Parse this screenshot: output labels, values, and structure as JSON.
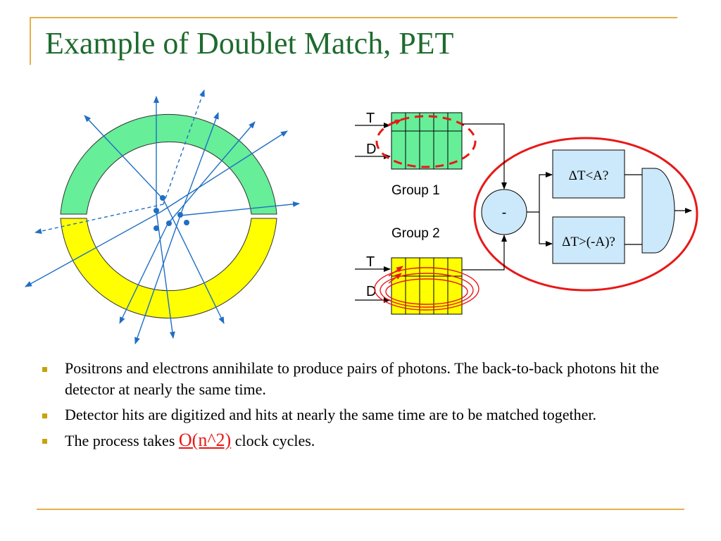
{
  "slide": {
    "title": "Example of Doublet Match, PET"
  },
  "diagram": {
    "group1": {
      "label": "Group 1",
      "t": "T",
      "d": "D"
    },
    "group2": {
      "label": "Group 2",
      "t": "T",
      "d": "D"
    },
    "subtractor": "-",
    "compare_upper": "ΔT<A?",
    "compare_lower": "ΔT>(-A)?",
    "colors": {
      "title": "#1e6b2e",
      "ring_top": "#66ee99",
      "ring_bottom": "#ffff00",
      "lines": "#1f6fc4",
      "highlight": "#e81818",
      "boxes": "#cce8fb"
    }
  },
  "bullets": [
    {
      "text": "Positrons and electrons annihilate to produce pairs of photons.  The back-to-back photons hit the detector at nearly the same time."
    },
    {
      "text": "Detector hits are digitized and hits at nearly the same time are to be matched together."
    },
    {
      "prefix": "The process takes ",
      "highlight": "O(n^2)",
      "suffix": " clock cycles."
    }
  ]
}
